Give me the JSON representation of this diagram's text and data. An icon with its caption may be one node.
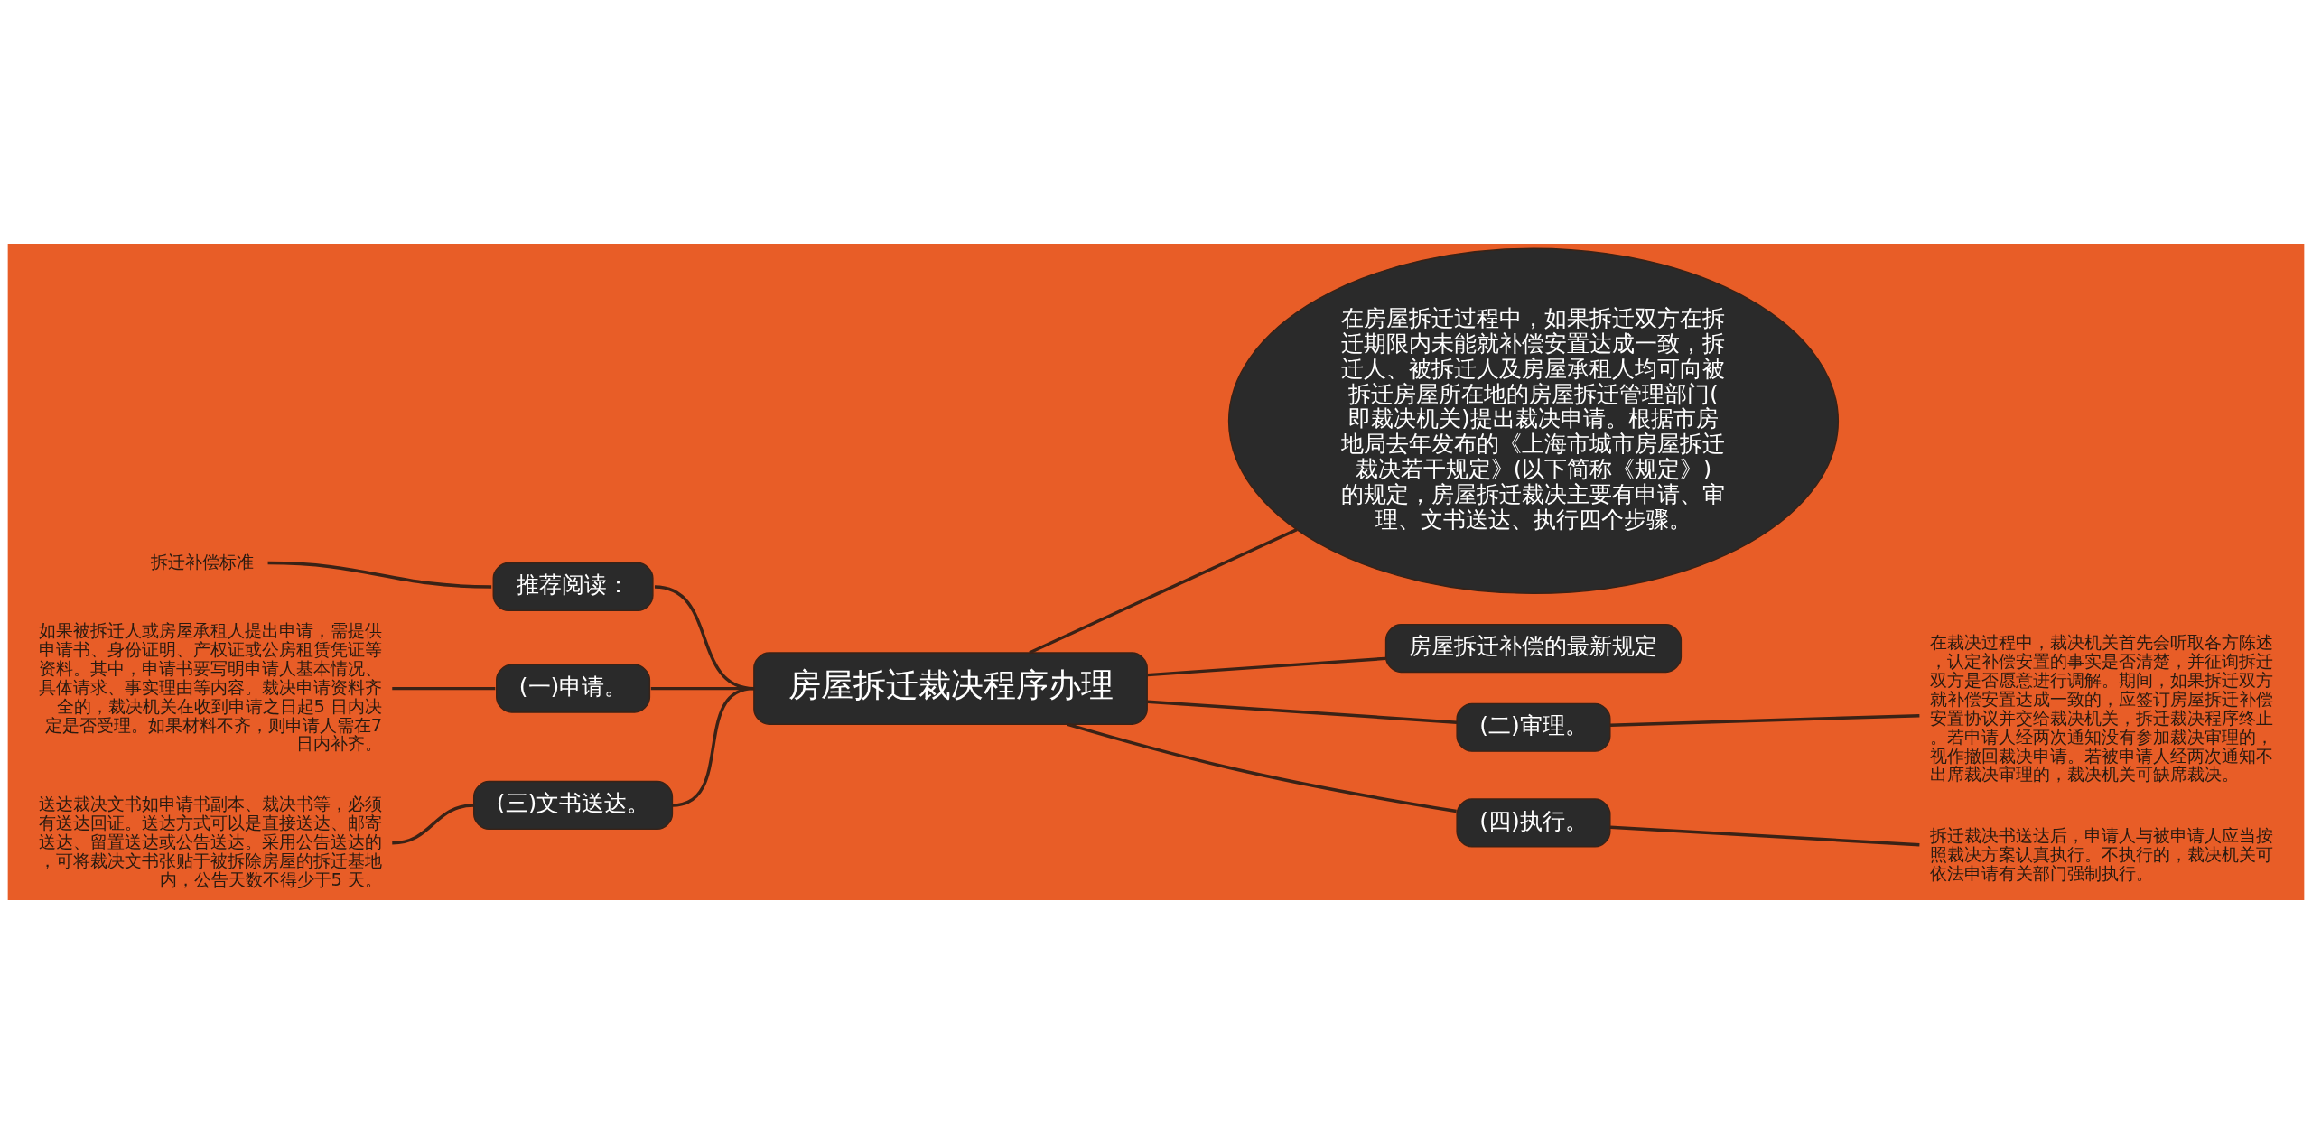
{
  "diagram": {
    "nodes": [
      {
        "text": [
          "房屋拆迁裁决程序办理"
        ]
      },
      {
        "text": [
          "在房屋拆迁过程中，如果拆迁双方在拆迁期限内未能就补偿安置达成一致，拆迁人、被拆迁人及房屋承租人均可向被拆迁房屋所在地的房屋拆迁管理部门(即裁决机关)提出裁决申请。根据市房地局去年发布的《上海市城市房屋拆迁裁决若干规定》(以下简称《规定》)的规定，房屋拆迁裁决主要有申请、审理、文书送达、执行四个步骤。"
        ]
      },
      {
        "text": [
          "推荐阅读："
        ]
      },
      {
        "text": [
          "拆迁补偿标准"
        ]
      },
      {
        "text": [
          "(一)申请。"
        ]
      },
      {
        "text": [
          "如果被拆迁人或房屋承租人提出申请，需提供申请书、身份证明、产权证或公房租赁凭证等资料。其中，申请书要写明申请人基本情况、具体请求、事实理由等内容。裁决申请资料齐全的，裁决机关在收到申请之日起5 日内决定是否受理。如果材料不齐，则申请人需在7 日内补齐。"
        ]
      },
      {
        "text": [
          "房屋拆迁补偿的最新规定"
        ]
      },
      {
        "text": [
          "(三)文书送达。"
        ]
      },
      {
        "text": [
          "送达裁决文书如申请书副本、裁决书等，必须有送达回证。送达方式可以是直接送达、邮寄送达、留置送达或公告送达。采用公告送达的，可将裁决文书张贴于被拆除房屋的拆迁基地内，公告天数不得少于5 天。"
        ]
      },
      {
        "text": [
          "(二)审理。"
        ]
      },
      {
        "text": [
          "在裁决过程中，裁决机关首先会听取各方陈述，认定补偿安置的事实是否清楚，并征询拆迁双方是否愿意进行调解。期间，如果拆迁双方就补偿安置达成一致的，应签订房屋拆迁补偿安置协议并交给裁决机关，拆迁裁决程序终止。若申请人经两次通知没有参加裁决审理的，视作撤回裁决申请。若被申请人经两次通知不出席裁决审理的，裁决机关可缺席裁决。"
        ]
      },
      {
        "text": [
          "(四)执行。"
        ]
      },
      {
        "text": [
          "拆迁裁决书送达后，申请人与被申请人应当按照裁决方案认真执行。不执行的，裁决机关可依法申请有关部门强制执行。"
        ]
      }
    ],
    "edges": [
      {
        "from": 0,
        "to": 1,
        "arrow": "none"
      },
      {
        "from": 0,
        "to": 2,
        "arrow": "none"
      },
      {
        "from": 2,
        "to": 3,
        "arrow": "none"
      },
      {
        "from": 0,
        "to": 4,
        "arrow": "none"
      },
      {
        "from": 4,
        "to": 5,
        "arrow": "none"
      },
      {
        "from": 0,
        "to": 6,
        "arrow": "none"
      },
      {
        "from": 0,
        "to": 7,
        "arrow": "none"
      },
      {
        "from": 7,
        "to": 8,
        "arrow": "none"
      },
      {
        "from": 0,
        "to": 9,
        "arrow": "none"
      },
      {
        "from": 9,
        "to": 10,
        "arrow": "none"
      },
      {
        "from": 0,
        "to": 11,
        "arrow": "none"
      },
      {
        "from": 11,
        "to": 12,
        "arrow": "none"
      }
    ]
  }
}
